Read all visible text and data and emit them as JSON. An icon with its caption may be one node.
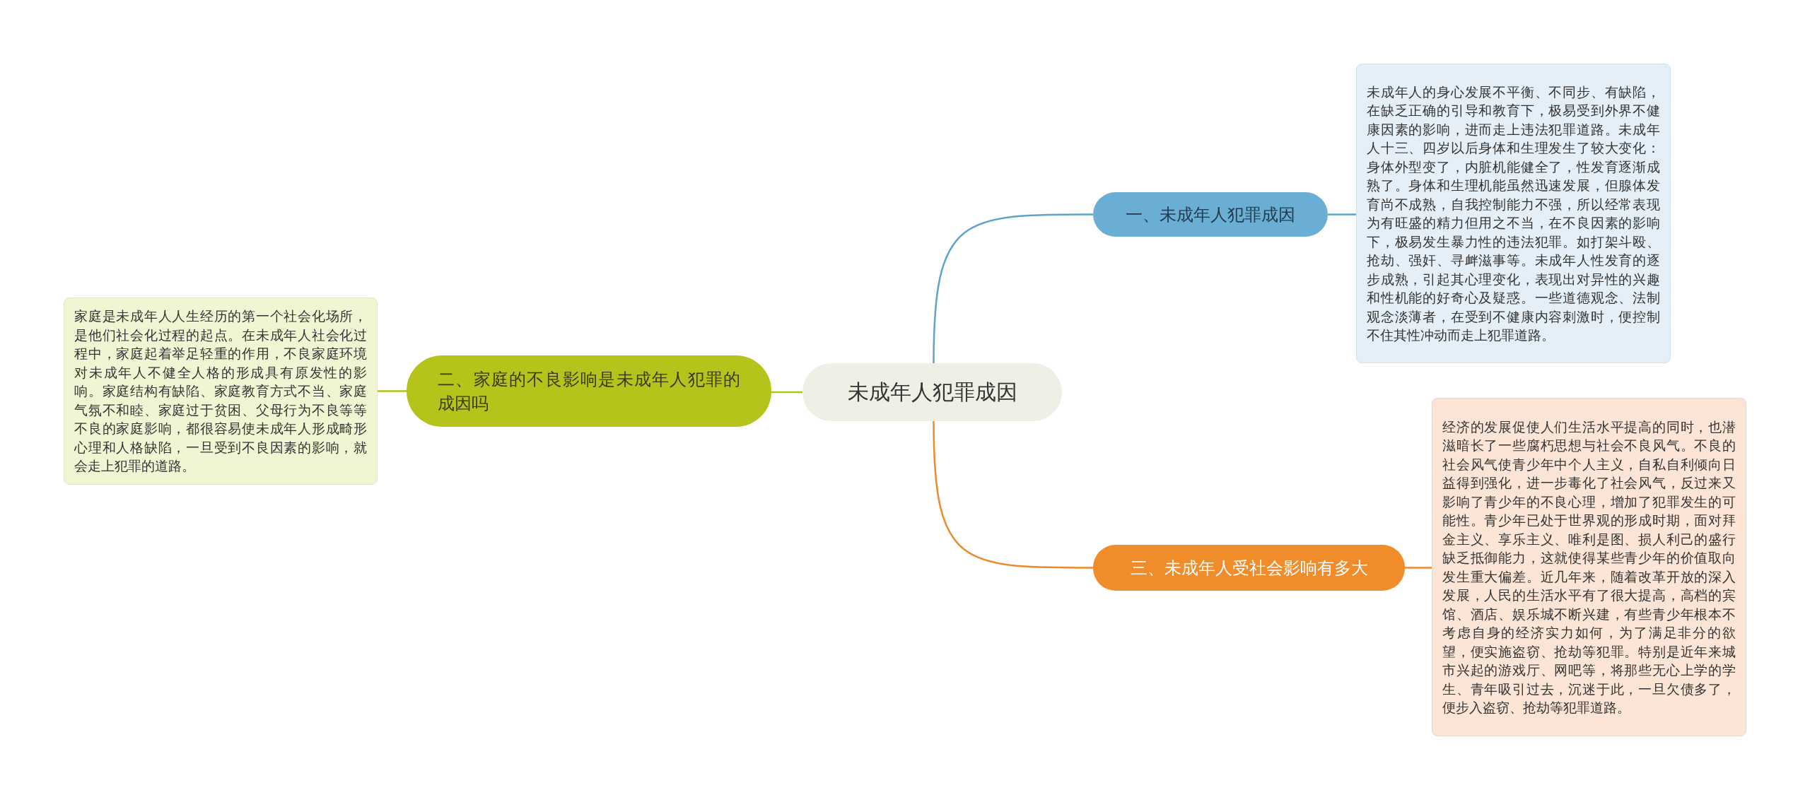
{
  "diagram": {
    "nodes": [
      {
        "text": [
          "未成年人犯罪成因"
        ]
      },
      {
        "text": [
          "一、未成年人犯罪成因"
        ]
      },
      {
        "text": [
          "未成年人的身心发展不平衡、不同步、有缺陷，在缺乏正确的引导和教育下，极易受到外界不健康因素的影响，进而走上违法犯罪道路。未成年人十三、四岁以后身体和生理发生了较大变化：身体外型变了，内脏机能健全了，性发育逐渐成熟了。身体和生理机能虽然迅速发展，但腺体发育尚不成熟，自我控制能力不强，所以经常表现为有旺盛的精力但用之不当，在不良因素的影响下，极易发生暴力性的违法犯罪。如打架斗殴、抢劫、强奸、寻衅滋事等。未成年人性发育的逐步成熟，引起其心理变化，表现出对异性的兴趣和性机能的好奇心及疑惑。一些道德观念、法制观念淡薄者，在受到不健康内容刺激时，便控制不住其性冲动而走上犯罪道路。"
        ]
      },
      {
        "text": [
          "二、家庭的不良影响是未成年人犯罪的成因吗"
        ]
      },
      {
        "text": [
          "家庭是未成年人人生经历的第一个社会化场所，是他们社会化过程的起点。在未成年人社会化过程中，家庭起着举足轻重的作用，不良家庭环境对未成年人不健全人格的形成具有原发性的影响。家庭结构有缺陷、家庭教育方式不当、家庭气氛不和睦、家庭过于贫困、父母行为不良等等不良的家庭影响，都很容易使未成年人形成畸形心理和人格缺陷，一旦受到不良因素的影响，就会走上犯罪的道路。"
        ]
      },
      {
        "text": [
          "三、未成年人受社会影响有多大"
        ]
      },
      {
        "text": [
          "经济的发展促使人们生活水平提高的同时，也潜滋暗长了一些腐朽思想与社会不良风气。不良的社会风气使青少年中个人主义，自私自利倾向日益得到强化，进一步毒化了社会风气，反过来又影响了青少年的不良心理，增加了犯罪发生的可能性。青少年已处于世界观的形成时期，面对拜金主义、享乐主义、唯利是图、损人利己的盛行缺乏抵御能力，这就使得某些青少年的价值取向发生重大偏差。近几年来，随着改革开放的深入发展，人民的生活水平有了很大提高，高档的宾馆、酒店、娱乐城不断兴建，有些青少年根本不考虑自身的经济实力如何，为了满足非分的欲望，便实施盗窃、抢劫等犯罪。特别是近年来城市兴起的游戏厅、网吧等，将那些无心上学的学生、青年吸引过去，沉迷于此，一旦欠债多了，便步入盗窃、抢劫等犯罪道路。"
        ]
      }
    ],
    "edges": [
      {
        "from": 0,
        "to": 1,
        "arrow": "none",
        "color": "#5fa3c9"
      },
      {
        "from": 1,
        "to": 2,
        "arrow": "none",
        "color": "#5fa3c9"
      },
      {
        "from": 0,
        "to": 3,
        "arrow": "none",
        "color": "#b5c31a"
      },
      {
        "from": 3,
        "to": 4,
        "arrow": "none",
        "color": "#b5c31a"
      },
      {
        "from": 0,
        "to": 5,
        "arrow": "none",
        "color": "#ec8a2f"
      },
      {
        "from": 5,
        "to": 6,
        "arrow": "none",
        "color": "#ec8a2f"
      }
    ]
  }
}
